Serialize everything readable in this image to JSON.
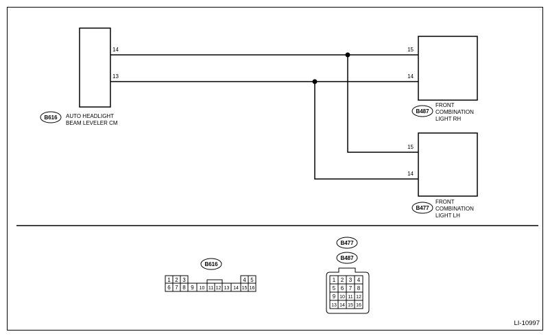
{
  "figure_id": "LI-10997",
  "components": {
    "cm": {
      "connector": "B616",
      "label_lines": [
        "AUTO HEADLIGHT",
        "BEAM LEVELER CM"
      ]
    },
    "rh": {
      "connector": "B487",
      "label_lines": [
        "FRONT",
        "COMBINATION",
        "LIGHT RH"
      ]
    },
    "lh": {
      "connector": "B477",
      "label_lines": [
        "FRONT",
        "COMBINATION",
        "LIGHT LH"
      ]
    }
  },
  "pins": {
    "cm_top": "14",
    "cm_bottom": "13",
    "rh_top": "15",
    "rh_bottom": "14",
    "lh_top": "15",
    "lh_bottom": "14"
  },
  "connector_views": {
    "b616": {
      "id": "B616",
      "row1": [
        "1",
        "2",
        "3",
        "4",
        "5"
      ],
      "row2": [
        "6",
        "7",
        "8",
        "9",
        "10",
        "11",
        "12",
        "13",
        "14",
        "15",
        "16"
      ]
    },
    "b477_b487": {
      "ids": [
        "B477",
        "B487"
      ],
      "rows": [
        [
          "1",
          "2",
          "3",
          "4"
        ],
        [
          "5",
          "6",
          "7",
          "8"
        ],
        [
          "9",
          "10",
          "11",
          "12"
        ],
        [
          "13",
          "14",
          "15",
          "16"
        ]
      ]
    }
  }
}
